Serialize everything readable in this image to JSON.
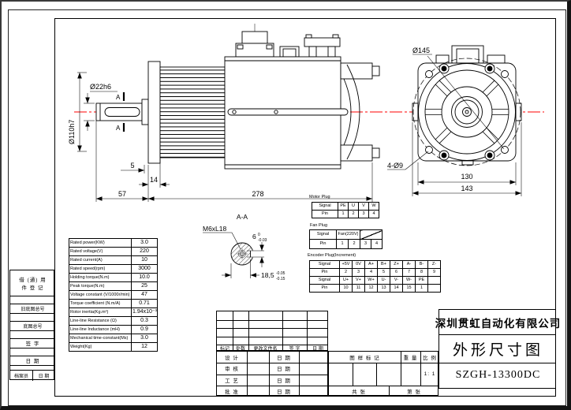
{
  "margin_column": {
    "box1_line1": "借 (通) 用",
    "box1_line2": "件 登 记",
    "old_base_no": "旧底图总号",
    "base_no": "底图总号",
    "signature": "签  字",
    "date": "日  期",
    "archivist": "档案员",
    "archivist_date": "日 期"
  },
  "revision_block": {
    "headers": [
      "标记",
      "处数",
      "更改文件名",
      "签  字",
      "日 期"
    ],
    "rows": [
      {
        "label": "设 计",
        "date_label": "日 期"
      },
      {
        "label": "审 核",
        "date_label": "日 期"
      },
      {
        "label": "工 艺",
        "date_label": "日 期"
      },
      {
        "label": "批 准",
        "date_label": "日 期"
      }
    ]
  },
  "title_block": {
    "company": "深圳贯虹自动化有限公司",
    "drawing_title": "外形尺寸图",
    "model": "SZGH-13300DC",
    "mark_label": "图 样 标 记",
    "weight_label": "重 量",
    "scale_label": "比 例",
    "scale_value": "1: 1",
    "total_label": "共        张",
    "page_label": "第        张"
  },
  "spec_table": {
    "rows": [
      {
        "label": "Rated power(KW)",
        "value": "3.0"
      },
      {
        "label": "Rated voltage(V)",
        "value": "220"
      },
      {
        "label": "Rated current(A)",
        "value": "10"
      },
      {
        "label": "Rated speed(rpm)",
        "value": "3000"
      },
      {
        "label": "Holding torque(N.m)",
        "value": "10.0"
      },
      {
        "label": "Peak torque(N.m)",
        "value": "25"
      },
      {
        "label": "Voltage constant (V/1000r/min)",
        "value": "47"
      },
      {
        "label": "Torque coefficient (N.m/A)",
        "value": "0.71"
      },
      {
        "label": "Rotor inertia(Kg.m²)",
        "value": "1.94x10⁻³"
      },
      {
        "label": "Line-line Resistance (Ω)",
        "value": "0.3"
      },
      {
        "label": "Line-line Inductance (mH)",
        "value": "0.9"
      },
      {
        "label": "Mechanical time-constant(Ms)",
        "value": "3.0"
      },
      {
        "label": "Weight(Kg)",
        "value": "12"
      }
    ]
  },
  "plugs": {
    "motor": {
      "title": "Motor Plug",
      "rows": [
        [
          "Signal",
          "PE",
          "U",
          "V",
          "W"
        ],
        [
          "Pin",
          "1",
          "2",
          "3",
          "4"
        ]
      ]
    },
    "fan": {
      "title": "Fan Plug",
      "signal_label": "Signal",
      "fan_value": "Fan(220V)",
      "pin_row": [
        "Pin",
        "1",
        "2",
        "3",
        "4"
      ]
    },
    "encoder": {
      "title": "Encoder Plug(Increment)",
      "rows": [
        [
          "Signal",
          "+5V",
          "0V",
          "A+",
          "B+",
          "Z+",
          "A-",
          "B-",
          "Z-"
        ],
        [
          "Pin",
          "2",
          "3",
          "4",
          "5",
          "6",
          "7",
          "8",
          "9"
        ],
        [
          "Signal",
          "U+",
          "V+",
          "W+",
          "U-",
          "V-",
          "W-",
          "PE",
          ""
        ],
        [
          "Pin",
          "10",
          "11",
          "12",
          "13",
          "14",
          "15",
          "1",
          ""
        ]
      ]
    }
  },
  "dimensions": {
    "shaft_dia": "Ø22h6",
    "pilot_dia": "Ø110h7",
    "d5": "5",
    "d14": "14",
    "d57": "57",
    "d278": "278",
    "bolt_circle": "Ø145",
    "mount_holes": "4-Ø9",
    "d130": "130",
    "d143": "143",
    "section_title": "A-A",
    "section_mark": "A",
    "thread": "M6xL18",
    "key_width": "6",
    "key_width_tol_upper": "0",
    "key_width_tol_lower": "-0.03",
    "key_depth": "18,5",
    "key_depth_tol_upper": "-0.05",
    "key_depth_tol_lower": "-0.15"
  },
  "colors": {
    "centerline": "#ff0000",
    "line": "#000000",
    "paper": "#ffffff"
  }
}
